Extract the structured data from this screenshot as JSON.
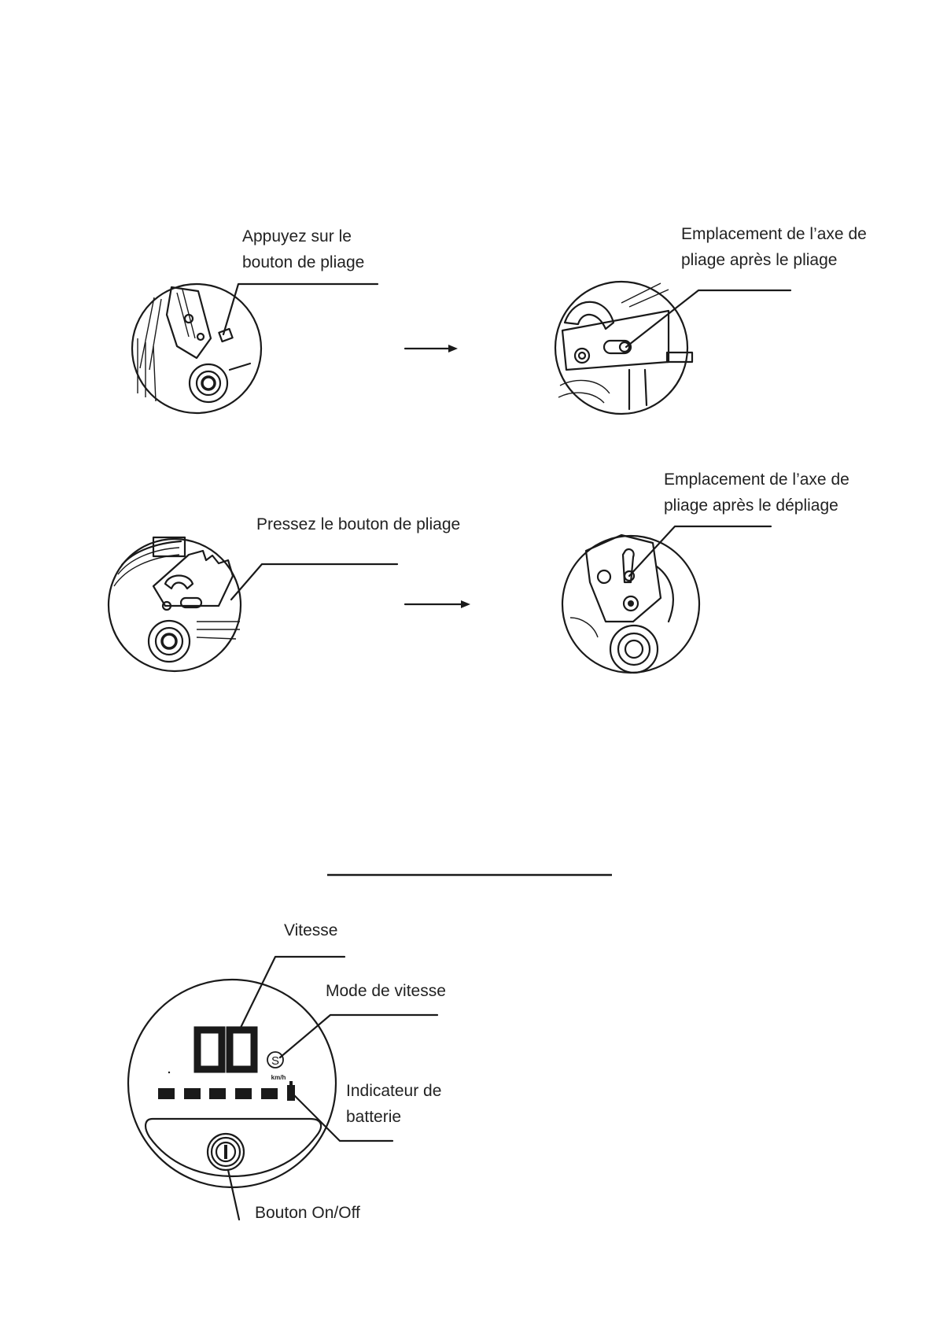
{
  "folding": {
    "fold_press_label": [
      "Appuyez sur le",
      "bouton de pliage"
    ],
    "after_fold_label": [
      "Emplacement de l’axe de",
      "pliage après le pliage"
    ],
    "unfold_press_label": "Pressez le bouton de pliage",
    "after_unfold_label": [
      "Emplacement de l’axe de",
      "pliage après le dépliage"
    ]
  },
  "display": {
    "speed_label": "Vitesse",
    "speed_mode_label": "Mode de vitesse",
    "battery_label": [
      "Indicateur de",
      "batterie"
    ],
    "power_button_label": "Bouton On/Off",
    "speed_digits": "00",
    "mode_symbol": "S",
    "unit": "km/h",
    "battery_segments": 5
  }
}
